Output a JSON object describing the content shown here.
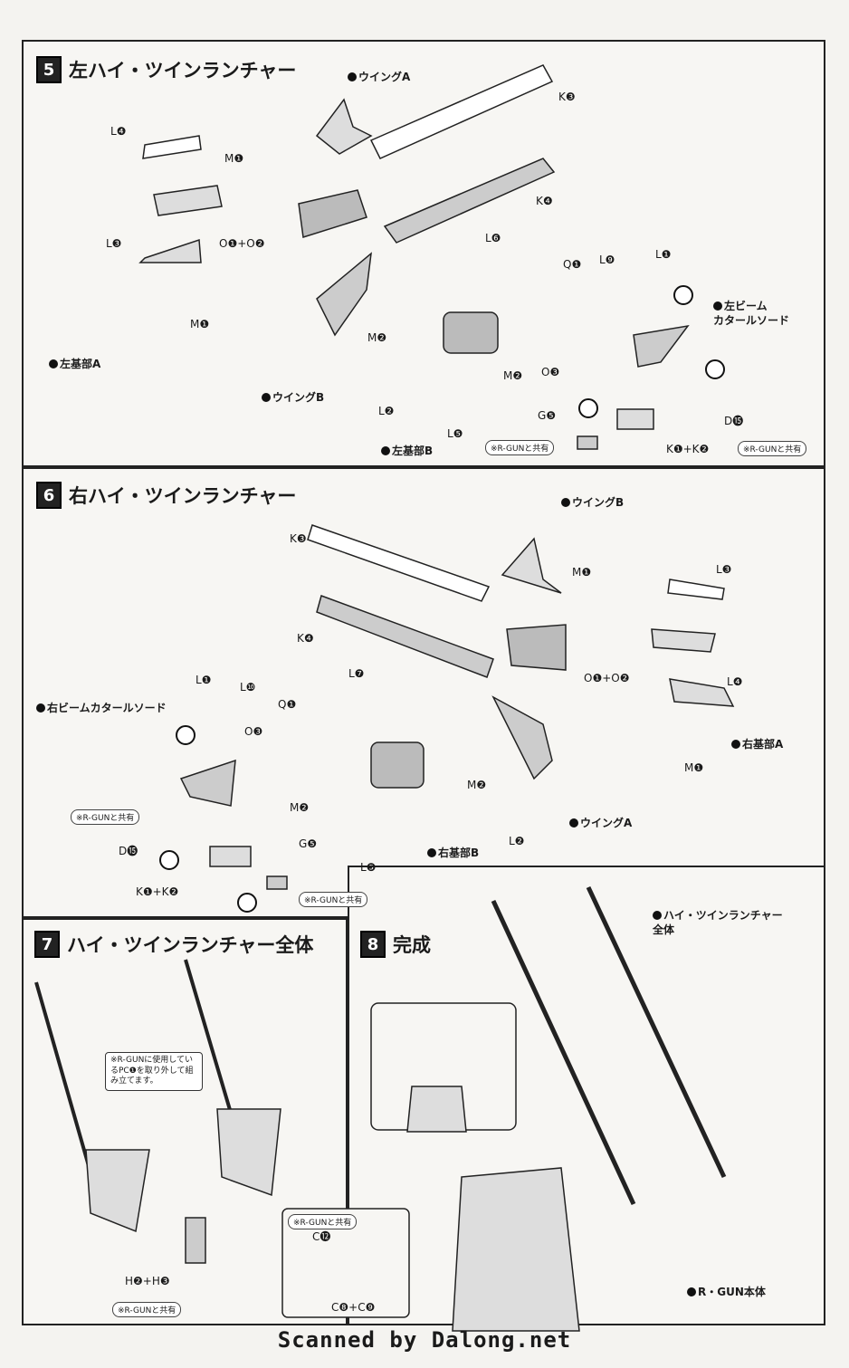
{
  "steps": {
    "s5": {
      "num": "5",
      "title": "左ハイ・ツインランチャー",
      "labels": {
        "wingA": "ウイングA",
        "k3": "K❸",
        "l4": "L❹",
        "m1a": "M❶",
        "k4": "K❹",
        "l3": "L❸",
        "o12": "O❶+O❷",
        "l6": "L❻",
        "q1": "Q❶",
        "l9": "L❾",
        "l1": "L❶",
        "beam": "左ビーム\nカタールソード",
        "m1b": "M❶",
        "m2a": "M❷",
        "m2b": "M❷",
        "o3": "O❸",
        "baseA": "左基部A",
        "wingB": "ウイングB",
        "l2": "L❷",
        "l5": "L❺",
        "baseB": "左基部B",
        "g5": "G❺",
        "d15": "D⓯",
        "k12": "K❶+K❷"
      },
      "note1": "※R-GUNと共有",
      "note2": "※R-GUNと共有"
    },
    "s6": {
      "num": "6",
      "title": "右ハイ・ツインランチャー",
      "labels": {
        "wingB": "ウイングB",
        "k3": "K❸",
        "m1a": "M❶",
        "l3": "L❸",
        "k4": "K❹",
        "l7": "L❼",
        "o12": "O❶+O❷",
        "l4": "L❹",
        "l1": "L❶",
        "l10": "L❿",
        "beam": "右ビームカタールソード",
        "q1": "Q❶",
        "o3": "O❸",
        "baseA": "右基部A",
        "m1b": "M❶",
        "m2a": "M❷",
        "m2b": "M❷",
        "d15": "D⓯",
        "g5": "G❺",
        "baseB": "右基部B",
        "l2": "L❷",
        "wingA": "ウイングA",
        "k12": "K❶+K❷",
        "l5": "L❺"
      },
      "note1": "※R-GUNと共有",
      "note2": "※R-GUNと共有"
    },
    "s7": {
      "num": "7",
      "title": "ハイ・ツインランチャー全体",
      "bubble": "※R-GUNに使用しているPC❶を取り外して組み立てます。",
      "inset_note": "※R-GUNと共有",
      "c12": "C⓬",
      "c89": "C❽+C❾",
      "h23": "H❷+H❸",
      "note": "※R-GUNと共有"
    },
    "s8": {
      "num": "8",
      "title": "完成",
      "launcher": "ハイ・ツインランチャー\n全体",
      "body": "R・GUN本体"
    }
  },
  "footer": "Scanned by Dalong.net"
}
